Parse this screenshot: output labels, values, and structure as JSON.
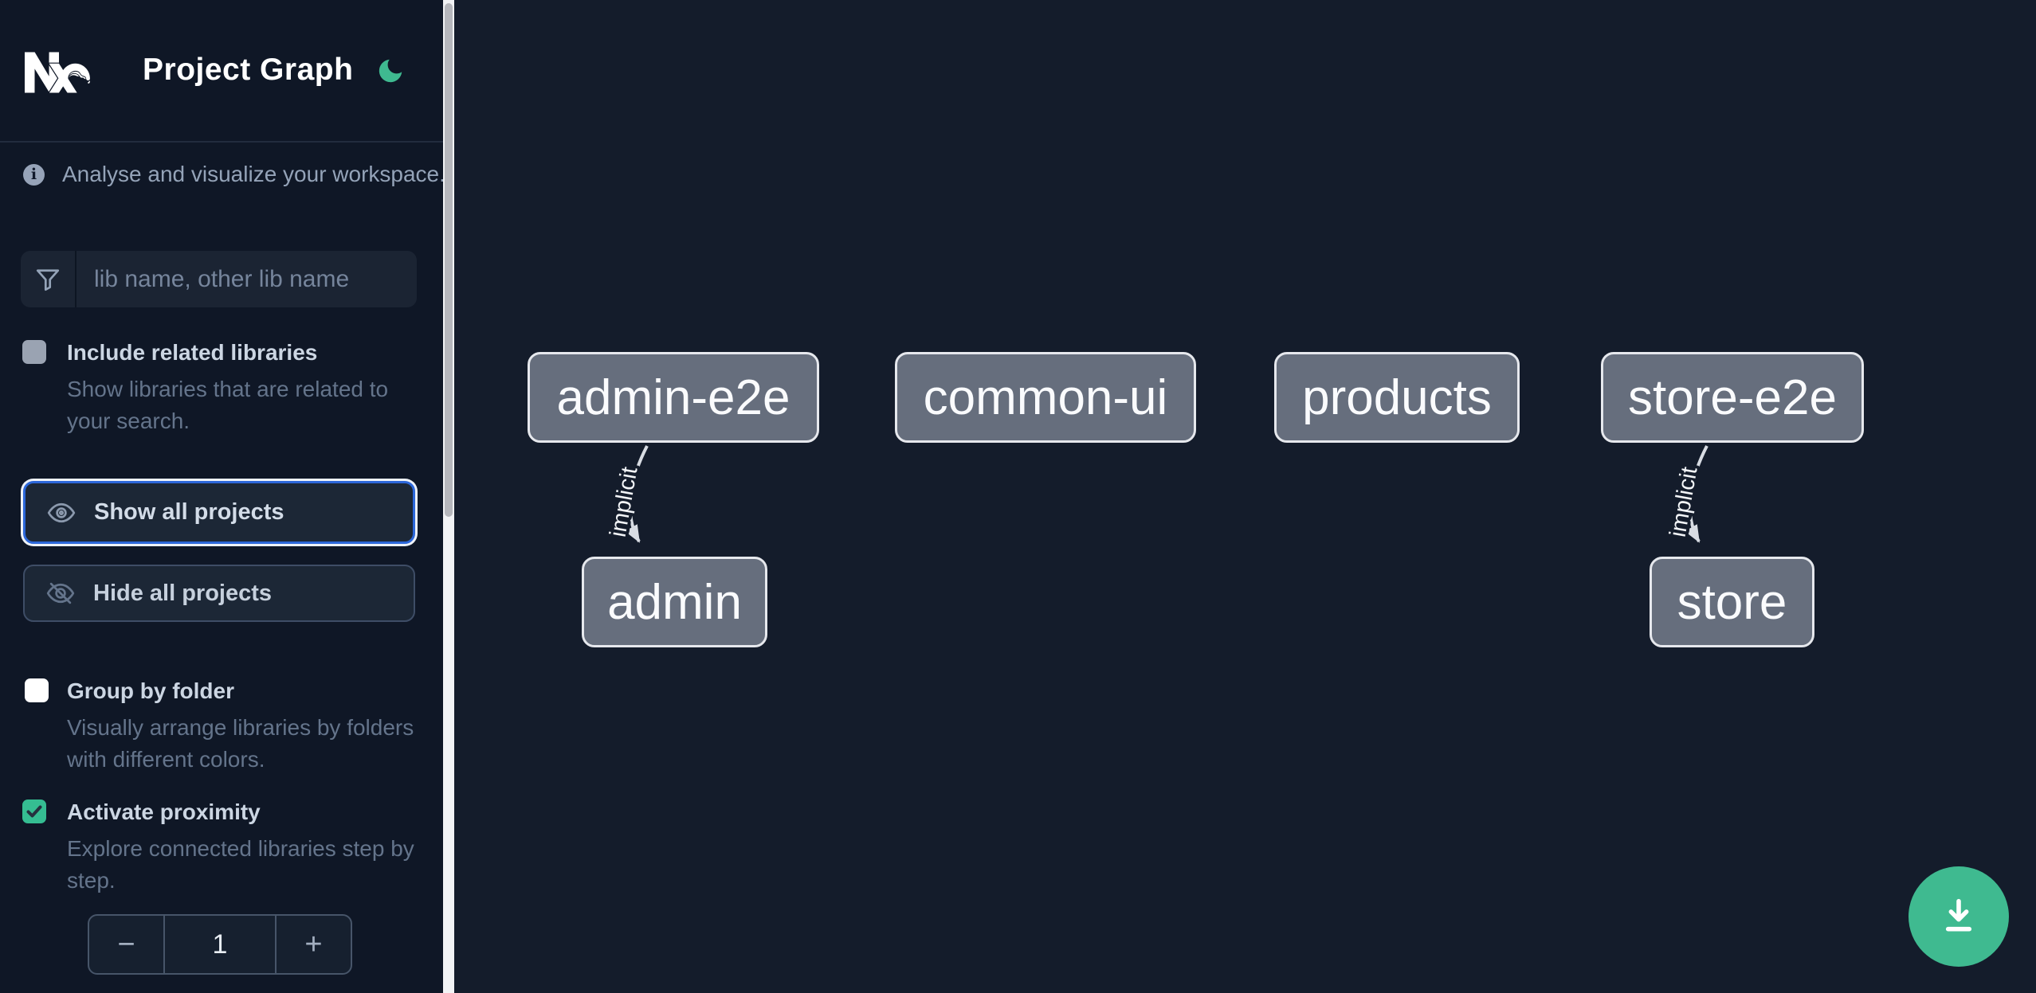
{
  "header": {
    "title": "Project Graph",
    "logo_icon": "nx-logo",
    "theme_toggle_icon": "crescent-moon"
  },
  "sidebar": {
    "tagline": "Analyse and visualize your workspace.",
    "tagline_icon": "info-circle",
    "search": {
      "icon": "filter-funnel",
      "placeholder": "lib name, other lib name",
      "value": ""
    },
    "options": [
      {
        "label": "Include related libraries",
        "description": "Show libraries that are related to your search.",
        "checked": false
      },
      {
        "label": "Group by folder",
        "description": "Visually arrange libraries by folders with different colors.",
        "checked": false
      },
      {
        "label": "Activate proximity",
        "description": "Explore connected libraries step by step.",
        "checked": true
      }
    ],
    "actions": [
      {
        "label": "Show all projects",
        "icon": "eye",
        "focused": true
      },
      {
        "label": "Hide all projects",
        "icon": "eye-off",
        "focused": false
      }
    ],
    "proximity_stepper": {
      "decrease_label": "−",
      "value": "1",
      "increase_label": "+"
    }
  },
  "graph": {
    "nodes": [
      {
        "label": "admin-e2e"
      },
      {
        "label": "common-ui"
      },
      {
        "label": "products"
      },
      {
        "label": "store-e2e"
      },
      {
        "label": "admin"
      },
      {
        "label": "store"
      }
    ],
    "edges": [
      {
        "from": "admin-e2e",
        "to": "admin",
        "label": "implicit"
      },
      {
        "from": "store-e2e",
        "to": "store",
        "label": "implicit"
      }
    ]
  },
  "fab": {
    "icon": "download"
  },
  "colors": {
    "accent_blue": "#2c67da",
    "nx_green": "#3fba90",
    "node_fill": "#666e7d",
    "sidebar_bg": "#0f1726",
    "canvas_bg": "#141c2b"
  }
}
